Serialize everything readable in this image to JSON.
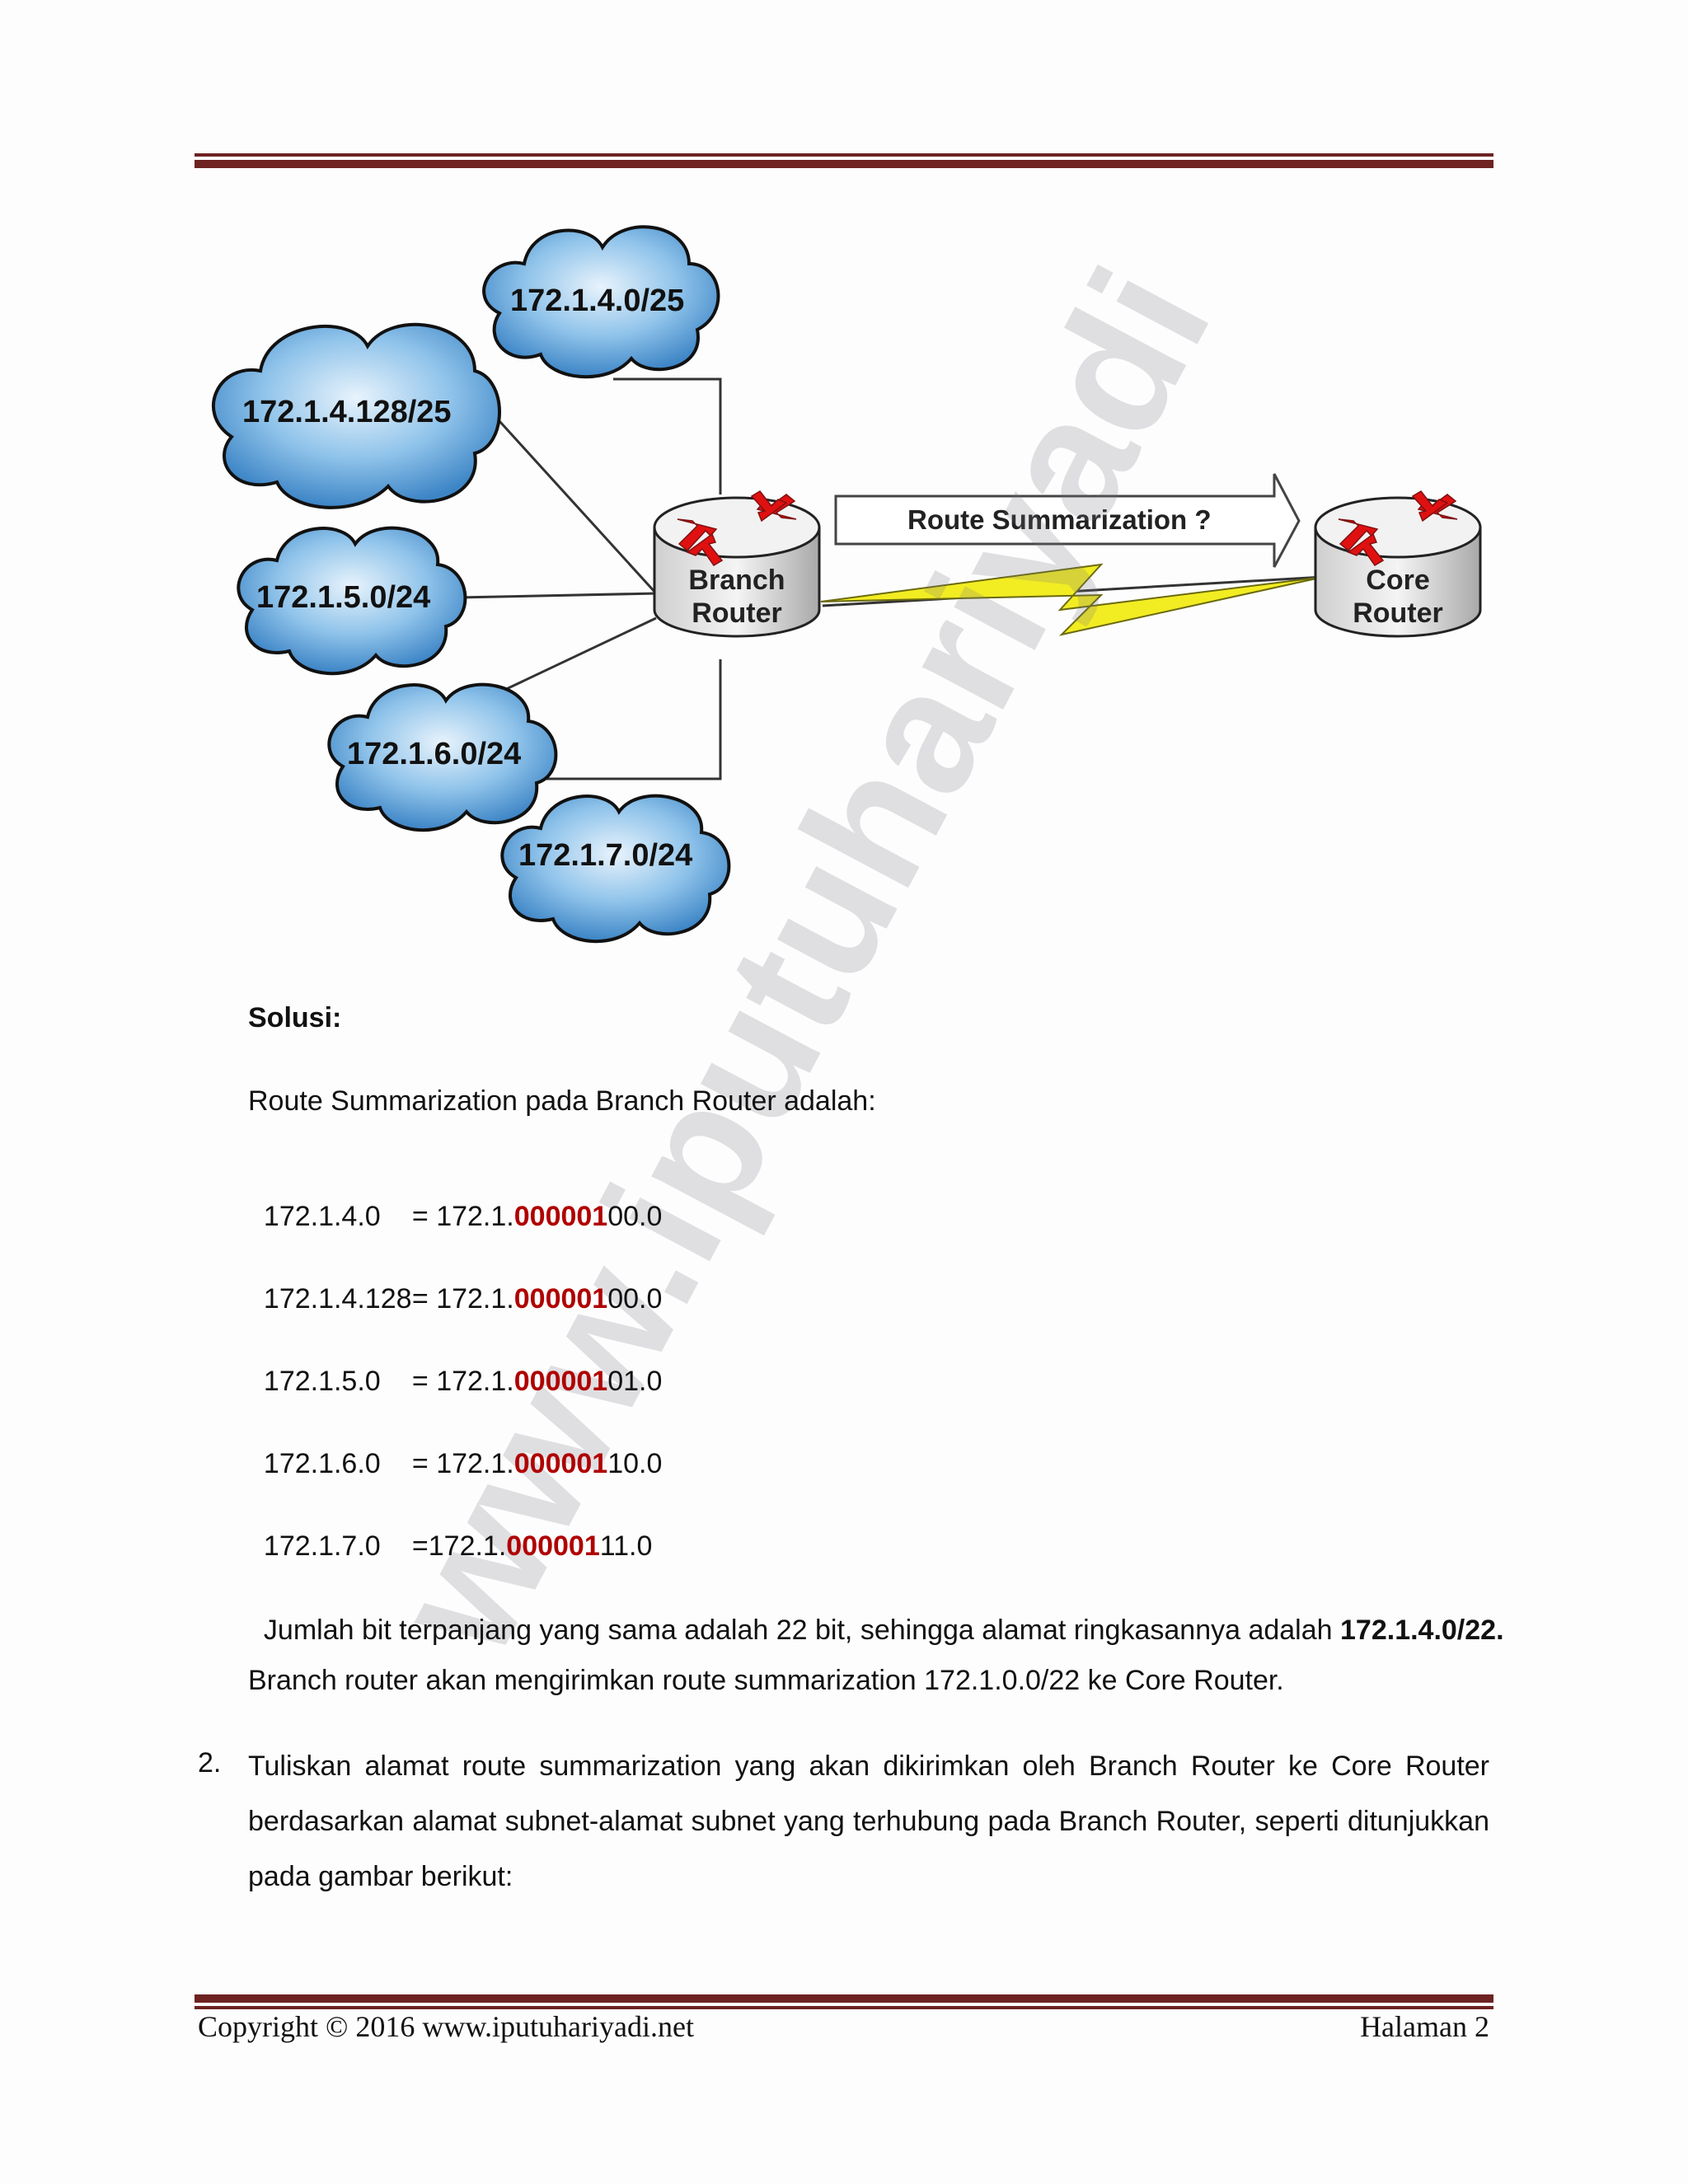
{
  "diagram": {
    "subnets": [
      "172.1.4.0/25",
      "172.1.4.128/25",
      "172.1.5.0/24",
      "172.1.6.0/24",
      "172.1.7.0/24"
    ],
    "branch_router": [
      "Branch",
      "Router"
    ],
    "core_router": [
      "Core",
      "Router"
    ],
    "arrow_label": "Route Summarization ?"
  },
  "watermark": "www.iputuhariyadi",
  "solution": {
    "heading": "Solusi:",
    "intro": "Route Summarization pada Branch Router adalah:",
    "rows": [
      {
        "addr": "172.1.4.0",
        "eq": "= 172.1.",
        "bits": "000001",
        "rest": "00.0"
      },
      {
        "addr": "172.1.4.128",
        "eq": "= 172.1.",
        "bits": "000001",
        "rest": "00.0"
      },
      {
        "addr": "172.1.5.0",
        "eq": "= 172.1.",
        "bits": "000001",
        "rest": "01.0"
      },
      {
        "addr": "172.1.6.0",
        "eq": "= 172.1.",
        "bits": "000001",
        "rest": "10.0"
      },
      {
        "addr": "172.1.7.0",
        "eq": "=172.1.",
        "bits": "000001",
        "rest": "11.0"
      }
    ],
    "conclusion_text": "Jumlah bit terpanjang yang sama adalah 22 bit, sehingga alamat ringkasannya adalah ",
    "conclusion_bold": "172.1.4.0/22.",
    "send_text": "Branch router akan mengirimkan route summarization 172.1.0.0/22 ke Core Router."
  },
  "question2": {
    "number": "2.",
    "text": "Tuliskan alamat route summarization yang akan dikirimkan oleh Branch Router ke Core Router berdasarkan alamat subnet-alamat subnet yang terhubung pada Branch Router, seperti ditunjukkan pada gambar berikut:"
  },
  "footer": {
    "copyright": "Copyright © 2016 www.iputuhariyadi.net",
    "page": "Halaman 2"
  },
  "colors": {
    "rule": "#6e2222",
    "highlight": "#b00000",
    "cloud": "#7ab6e6",
    "router_arrow": "#e01010",
    "lightning": "#f2ec22"
  }
}
